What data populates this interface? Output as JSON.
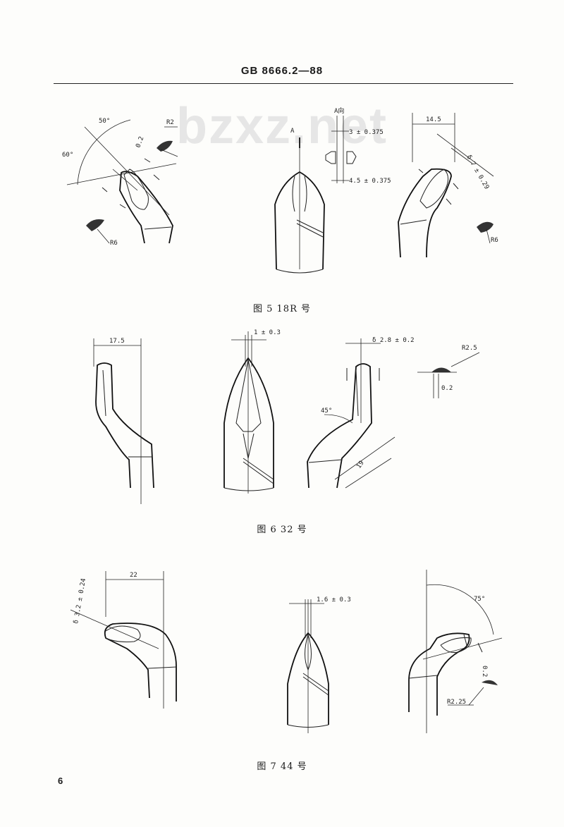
{
  "header": {
    "title": "GB 8666.2—88"
  },
  "watermark": {
    "text": "bzxz.net"
  },
  "figures": [
    {
      "caption": "图 5   18R 号",
      "labels": {
        "angle_a": "50°",
        "angle_b": "60°",
        "offset": "0.2",
        "radius_a": "R2",
        "radius_b": "R6",
        "view": "A向",
        "arrow": "A",
        "width_a": "3 ± 0.375",
        "width_b": "4.5 ± 0.375",
        "width_c": "14.5",
        "dia": "δ 7 ± 0.29",
        "radius_c": "R6"
      }
    },
    {
      "caption": "图 6   32 号",
      "labels": {
        "width_a": "17.5",
        "width_b": "1 ± 0.3",
        "dia": "δ 2.8 ± 0.2",
        "radius": "R2.5",
        "offset": "0.2",
        "angle": "45°",
        "length": "19"
      }
    },
    {
      "caption": "图 7   44 号",
      "labels": {
        "dia": "δ 3.2 ± 0.24",
        "width_a": "22",
        "width_b": "1.6 ± 0.3",
        "angle": "75°",
        "offset": "0.2",
        "radius": "R2.25"
      }
    }
  ],
  "page_number": "6"
}
